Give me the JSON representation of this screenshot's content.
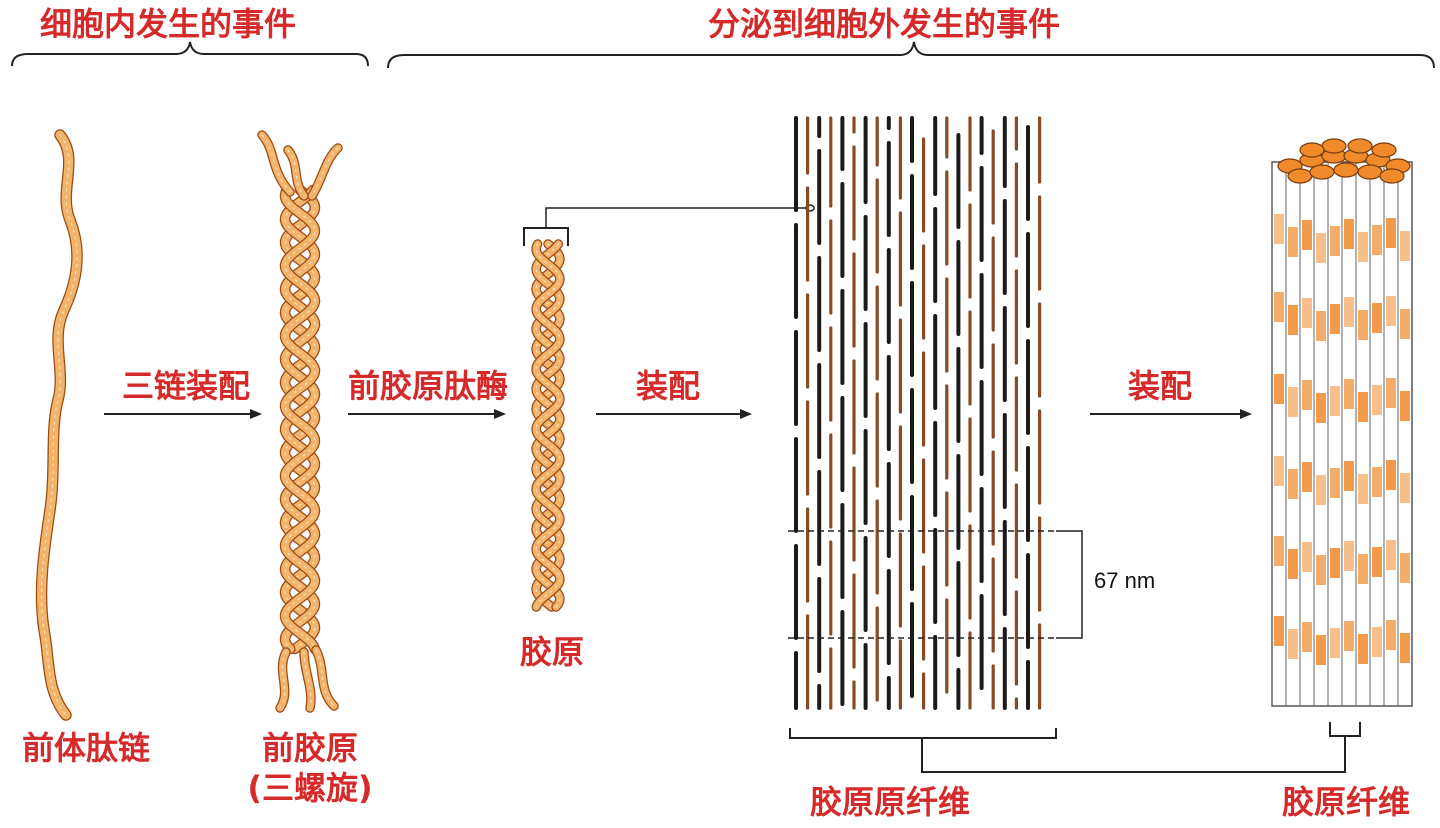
{
  "headers": {
    "intracellular": "细胞内发生的事件",
    "extracellular": "分泌到细胞外发生的事件"
  },
  "steps": {
    "three_chain_assembly": "三链装配",
    "procollagen_peptidase": "前胶原肽酶",
    "assembly_1": "装配",
    "assembly_2": "装配"
  },
  "stages": {
    "pro_alpha_chain": "前体肽链",
    "procollagen": "前胶原",
    "triple_helix": "(三螺旋)",
    "collagen": "胶原",
    "collagen_fibril": "胶原原纤维",
    "collagen_fiber": "胶原纤维"
  },
  "dimension": "67 nm",
  "colors": {
    "label": "#d62a2a",
    "strand_fill": "#f2b36a",
    "strand_outline": "#9b4a12",
    "fibril_dark": "#1a1a1a",
    "fibril_brown": "#8a4a25",
    "band_orange": "#f08a2a"
  }
}
